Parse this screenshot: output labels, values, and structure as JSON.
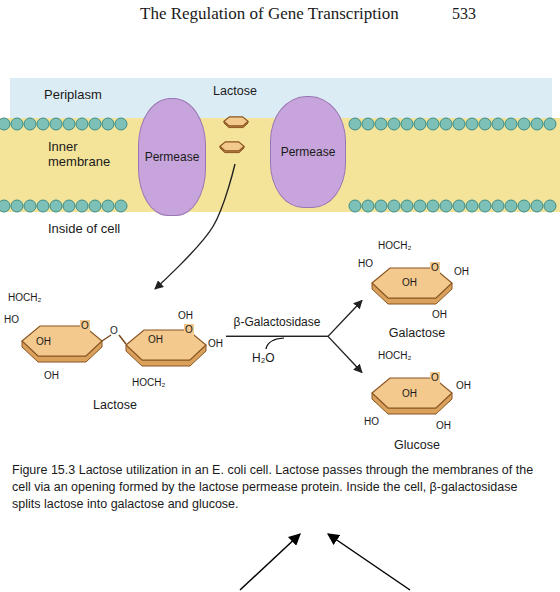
{
  "diagram": {
    "title": "The Regulation of Gene Transcription",
    "caption": "Figure 15.3 Lactose utilization in an E. coli cell. Lactose passes through the membranes of the cell via an opening formed by the lactose permease protein. Inside the cell, β-galactosidase splits lactose into galactose and glucose.",
    "nodes": [
      {
        "text": [
          "Permease"
        ]
      },
      {
        "text": [
          "Lactose"
        ]
      },
      {
        "text": [
          "Permease"
        ]
      },
      {
        "text": [
          "Lactose"
        ]
      },
      {
        "text": [
          "Galactose"
        ]
      },
      {
        "text": [
          "Glucose"
        ]
      }
    ],
    "edges": [
      {
        "from": 1,
        "to": 3,
        "arrow": "to"
      },
      {
        "from": 3,
        "to": 4,
        "label": "β-Galactosidase",
        "arrow": "to"
      },
      {
        "from": 3,
        "to": 5,
        "arrow": "to"
      }
    ],
    "labels": [
      "533",
      "Periplasm",
      "Inner membrane",
      "Inside of cell",
      "HOCH₂",
      "HO",
      "O",
      "O",
      "OH",
      "OH",
      "OH",
      "OH",
      "O",
      "OH",
      "HOCH₂",
      "H₂O",
      "HOCH₂",
      "HO",
      "O",
      "OH",
      "OH",
      "OH",
      "HOCH₂",
      "O",
      "OH",
      "OH",
      "HO",
      "OH"
    ]
  }
}
